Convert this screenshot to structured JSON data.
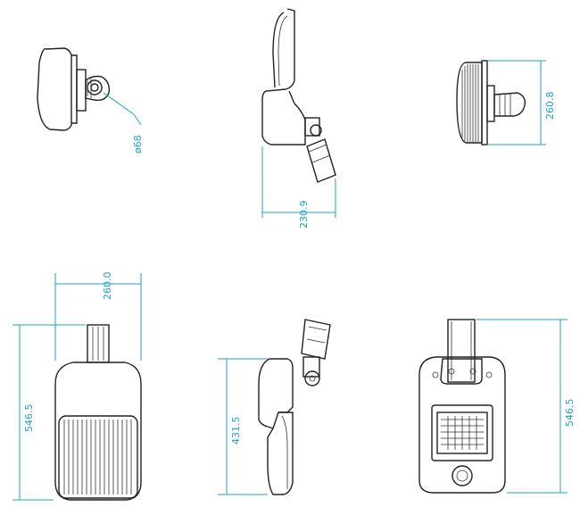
{
  "dimensions": {
    "front_small_diameter": "ø68",
    "side_small_depth": "230.9",
    "back_small_height": "260.8",
    "top_width": "260.0",
    "front_height": "546.5",
    "side_height": "431.5",
    "bottom_height": "546.5"
  }
}
